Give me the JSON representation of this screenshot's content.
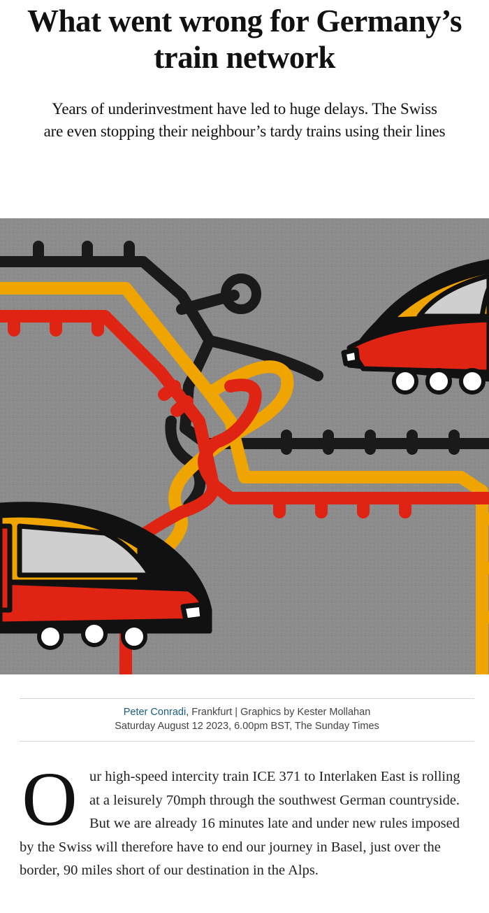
{
  "article": {
    "headline": "What went wrong for Germany’s train network",
    "standfirst": "Years of underinvestment have led to huge delays. The Swiss are even stopping their neighbour’s tardy trains using their lines",
    "byline": {
      "author": "Peter Conradi",
      "location": ", Frankfurt | Graphics by Kester Mollahan",
      "datetime": "Saturday August 12 2023, 6.00pm BST, The Sunday Times"
    },
    "dropcap": "O",
    "body": "ur high-speed intercity train ICE 371 to Interlaken East is rolling at a leisurely 70mph through the southwest German countryside. But we are already 16 minutes late and under new rules imposed by the Swiss will therefore have to end our journey in Basel, just over the border, 90 miles short of our destination in the Alps."
  },
  "hero": {
    "description_icon": "illustration-tangled-train-lines",
    "colors": {
      "background": "#8a8a8a",
      "black": "#1a1a1a",
      "red": "#e02414",
      "gold": "#f0a400"
    }
  }
}
